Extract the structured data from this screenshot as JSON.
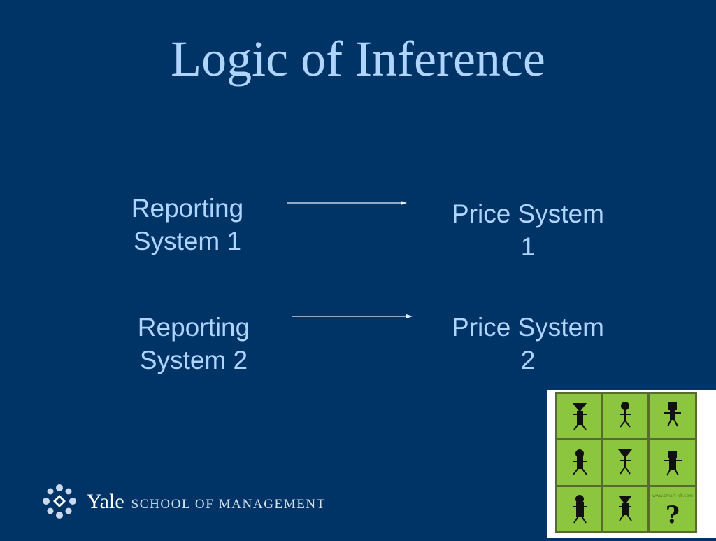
{
  "slide": {
    "title": "Logic of Inference"
  },
  "diagram": {
    "rows": [
      {
        "source": [
          "Reporting",
          "System 1"
        ],
        "target": [
          "Price System",
          "1"
        ]
      },
      {
        "source": [
          "Reporting",
          "System 2"
        ],
        "target": [
          "Price System",
          "2"
        ]
      }
    ]
  },
  "puzzle": {
    "question_mark": "?",
    "watermark": "www.smart-kit.com",
    "colors": {
      "cell": "#8cc63f",
      "border": "#556b2f",
      "figure": "#111111"
    }
  },
  "footer": {
    "brand": "Yale",
    "subtitle": "SCHOOL OF MANAGEMENT"
  },
  "colors": {
    "background": "#003366",
    "text": "#aed4ff"
  }
}
